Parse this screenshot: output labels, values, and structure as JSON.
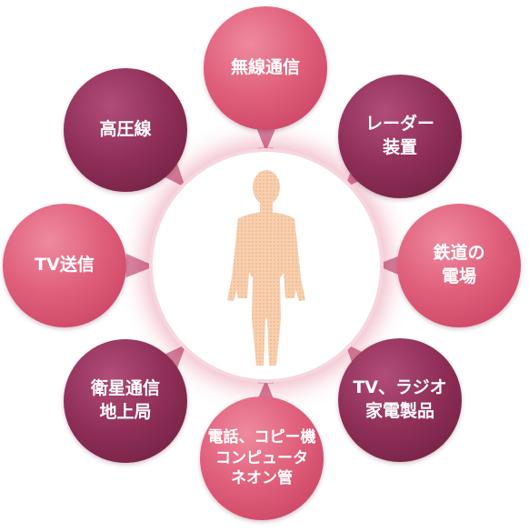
{
  "diagram": {
    "center": {
      "icon": "human-figure-icon"
    },
    "colors": {
      "pink": "#d9506f",
      "plum": "#8a2c55",
      "arrow": "#c87a96",
      "glow": "#e27a92"
    },
    "sources": [
      {
        "id": "wireless",
        "label": "無線通信",
        "tone": "pink"
      },
      {
        "id": "radar",
        "label": "レーダー\n装置",
        "tone": "plum"
      },
      {
        "id": "railway",
        "label": "鉄道の\n電場",
        "tone": "pink"
      },
      {
        "id": "appliances",
        "label": "TV、ラジオ\n家電製品",
        "tone": "plum"
      },
      {
        "id": "phone",
        "label": "電話、コピー機\nコンピュータ\nネオン管",
        "tone": "pink"
      },
      {
        "id": "satellite",
        "label": "衛星通信\n地上局",
        "tone": "plum"
      },
      {
        "id": "tv",
        "label": "TV送信",
        "tone": "pink"
      },
      {
        "id": "powerline",
        "label": "高圧線",
        "tone": "plum"
      }
    ]
  }
}
